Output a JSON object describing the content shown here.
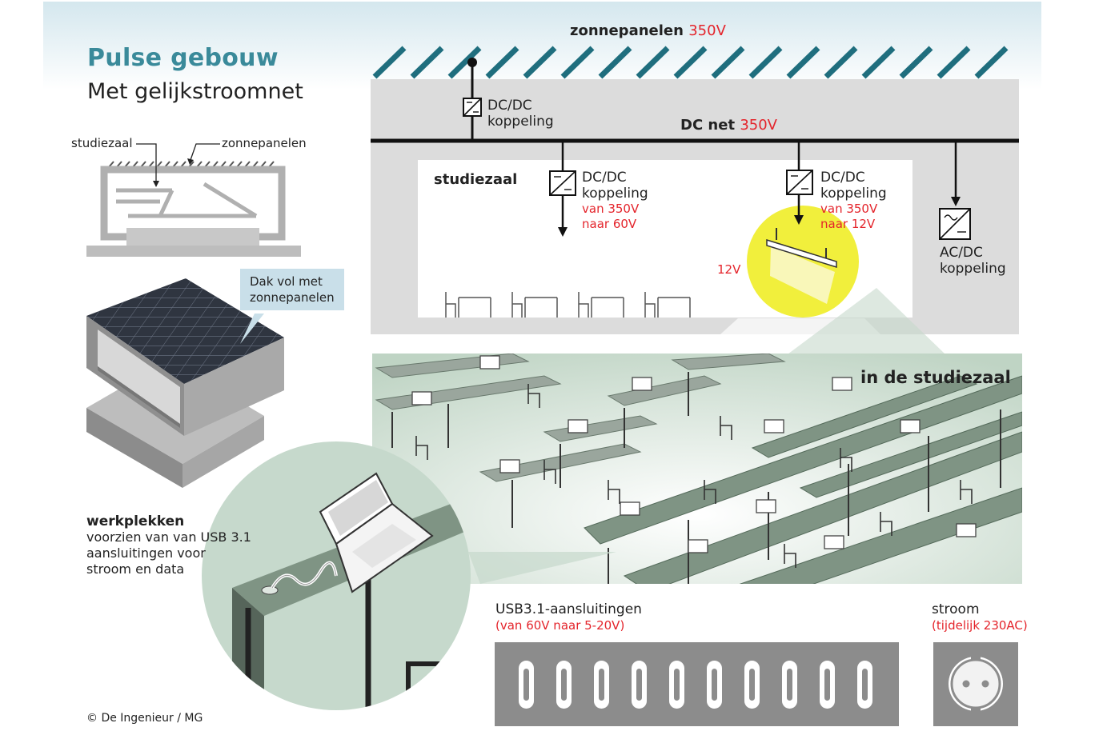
{
  "header": {
    "title": "Pulse gebouw",
    "subtitle": "Met gelijkstroomnet"
  },
  "mini_diagram": {
    "label_left": "studiezaal",
    "label_right": "zonnepanelen"
  },
  "callout": {
    "line1": "Dak vol met",
    "line2": "zonnepanelen"
  },
  "solar": {
    "label": "zonnepanelen",
    "voltage": "350V"
  },
  "converters": {
    "roof": {
      "line1": "DC/DC",
      "line2": "koppeling"
    },
    "left": {
      "line1": "DC/DC",
      "line2": "koppeling",
      "line3": "van 350V",
      "line4": "naar 60V"
    },
    "right": {
      "line1": "DC/DC",
      "line2": "koppeling",
      "line3": "van 350V",
      "line4": "naar 12V"
    },
    "ac": {
      "line1": "AC/DC",
      "line2": "koppeling"
    }
  },
  "dc_net": {
    "label": "DC net",
    "voltage": "350V"
  },
  "studiezaal_label": "studiezaal",
  "lamp_voltage": "12V",
  "classroom_label": "in de studiezaal",
  "werkplekken": {
    "heading": "werkplekken",
    "line1": "voorzien van van USB 3.1",
    "line2": "aansluitingen voor",
    "line3": "stroom en data"
  },
  "usb": {
    "title": "USB3.1-aansluitingen",
    "subtitle": "(van 60V naar 5-20V)",
    "slot_count": 10
  },
  "stroom": {
    "title": "stroom",
    "subtitle": "(tijdelijk 230AC)"
  },
  "credit": "© De Ingenieur / MG",
  "colors": {
    "teal_title": "#3a8a9a",
    "red": "#e4242b",
    "building_grey": "#dcdcdc",
    "dark_grey": "#8c8c8c",
    "panel_green": "#c6d9cc",
    "desk_green": "#7f9484",
    "lamp_yellow": "#f1ef3c",
    "callout_blue": "#c9dfe9"
  }
}
